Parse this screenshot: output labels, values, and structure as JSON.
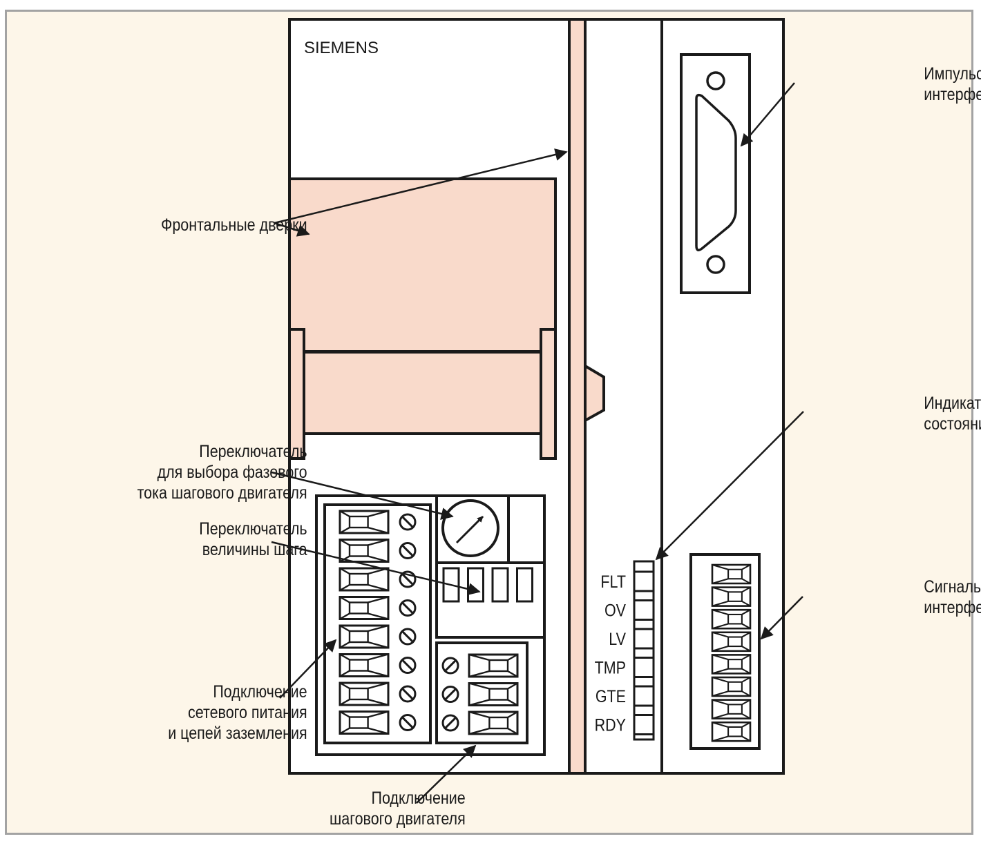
{
  "diagram": {
    "brand": "SIEMENS",
    "colors": {
      "background": "#fdf6e9",
      "frame_border": "#a3a3a3",
      "panel": "#ffffff",
      "accent_pink": "#f9dacb",
      "ink": "#1a1a1a"
    },
    "labels": {
      "front_doors": "Фронтальные дверки",
      "pulse_interface": [
        "Импульсный",
        "интерфейс"
      ],
      "phase_current_switch": [
        "Переключатель",
        "для выбора фазового",
        "тока шагового двигателя"
      ],
      "step_size_switch": [
        "Переключатель",
        "величины шага"
      ],
      "power_ground": [
        "Подключение",
        "сетевого питания",
        "и цепей заземления"
      ],
      "motor_connection": [
        "Подключение",
        "шагового двигателя"
      ],
      "status_indicators": [
        "Индикаторы",
        "состояния"
      ],
      "signal_interface": [
        "Сигнальный",
        "интерфейс"
      ]
    },
    "status_leds": [
      "FLT",
      "OV",
      "LV",
      "TMP",
      "GTE",
      "RDY"
    ],
    "counts": {
      "power_terminals": 8,
      "motor_terminals": 3,
      "dip_switches": 4,
      "signal_terminals": 8
    }
  }
}
